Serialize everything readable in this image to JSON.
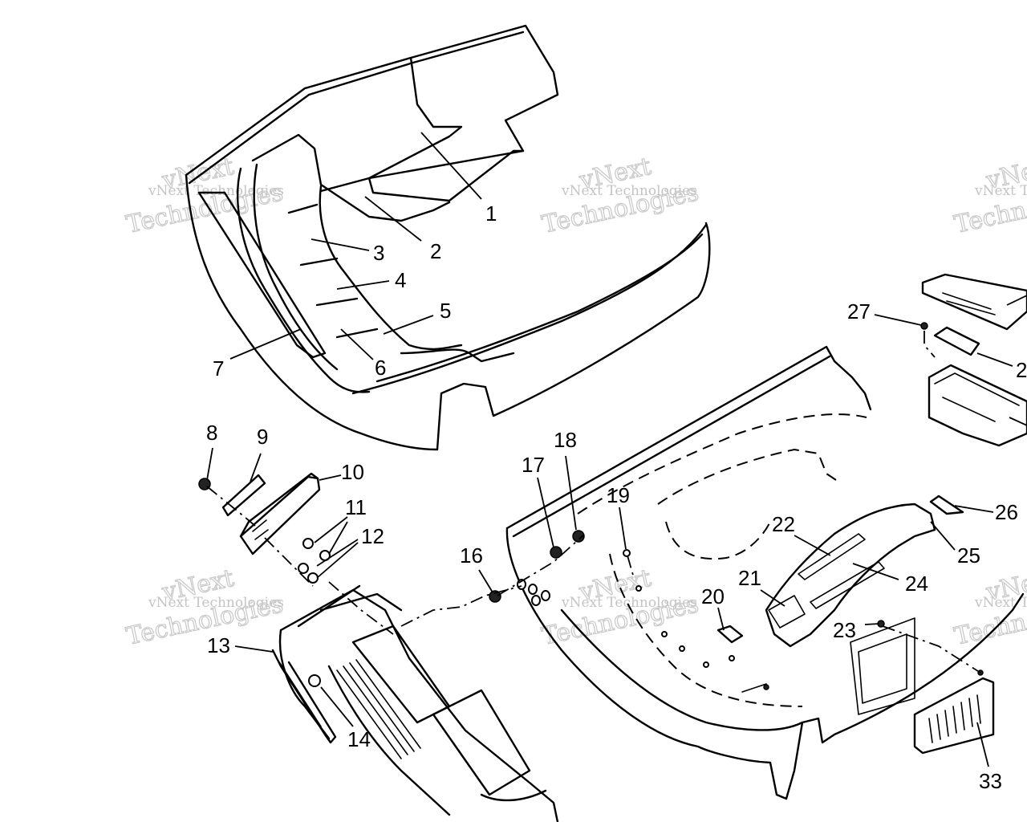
{
  "watermark": {
    "line1": "vNext Technologies",
    "line2": "Technologies",
    "outline": "vNext"
  },
  "callouts": [
    "1",
    "2",
    "3",
    "4",
    "5",
    "6",
    "7",
    "8",
    "9",
    "10",
    "11",
    "12",
    "13",
    "14",
    "16",
    "17",
    "18",
    "19",
    "20",
    "21",
    "22",
    "23",
    "24",
    "25",
    "26",
    "27",
    "2",
    "33"
  ]
}
